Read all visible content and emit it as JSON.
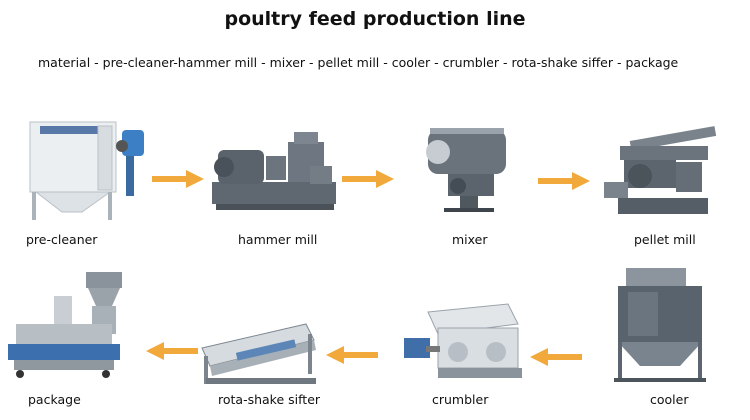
{
  "title": "poultry feed production line",
  "process_summary": "material - pre-cleaner-hammer mill - mixer - pellet mill - cooler - crumbler - rota-shake siffer - package",
  "steps": [
    {
      "label": "pre-cleaner"
    },
    {
      "label": "hammer mill"
    },
    {
      "label": "mixer"
    },
    {
      "label": "pellet mill"
    },
    {
      "label": "cooler"
    },
    {
      "label": "crumbler"
    },
    {
      "label": "rota-shake sifter"
    },
    {
      "label": "package"
    }
  ],
  "colors": {
    "arrow": "#f2a93b",
    "machine_white": "#eef1f3",
    "machine_grey": "#5d6670",
    "machine_blue": "#2c6fb0"
  }
}
